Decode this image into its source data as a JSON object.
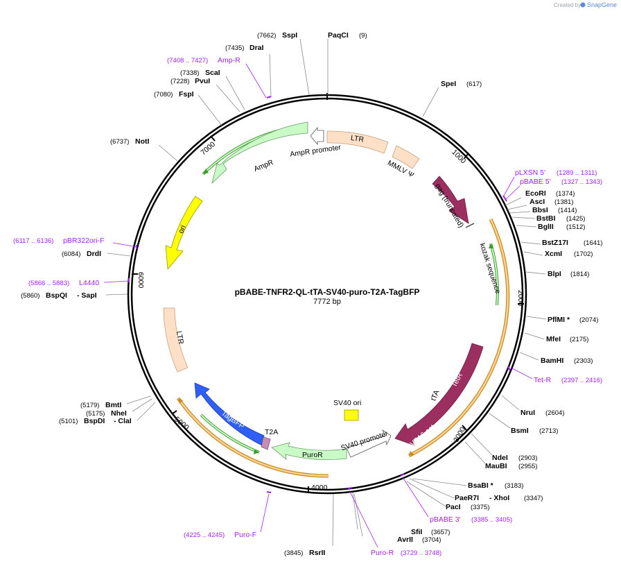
{
  "credit": {
    "text": "Created by",
    "brand": "SnapGene"
  },
  "plasmid": {
    "name": "pBABE-TNFR2-QL-tTA-SV40-puro-T2A-TagBFP",
    "size_label": "7772 bp"
  },
  "ticks": [
    "1000",
    "2000",
    "3000",
    "4000",
    "5000",
    "6000",
    "7000"
  ],
  "enzymes": [
    {
      "name": "SspI",
      "pos": "(7662)"
    },
    {
      "name": "PaqCI",
      "pos": "(9)"
    },
    {
      "name": "DraI",
      "pos": "(7435)"
    },
    {
      "name": "ScaI",
      "pos": "(7338)"
    },
    {
      "name": "PvuI",
      "pos": "(7228)"
    },
    {
      "name": "FspI",
      "pos": "(7080)"
    },
    {
      "name": "NotI",
      "pos": "(6737)"
    },
    {
      "name": "DrdI",
      "pos": "(6084)"
    },
    {
      "name": "BspQI",
      "suffix": "- SapI",
      "pos": "(5860)"
    },
    {
      "name": "BmtI",
      "pos": "(5179)"
    },
    {
      "name": "NheI",
      "pos": "(5175)"
    },
    {
      "name": "BspDI",
      "suffix": "- ClaI",
      "pos": "(5101)"
    },
    {
      "name": "RsrII",
      "pos": "(3845)"
    },
    {
      "name": "SpeI",
      "pos": "(617)"
    },
    {
      "name": "EcoRI",
      "pos": "(1374)"
    },
    {
      "name": "AscI",
      "pos": "(1381)"
    },
    {
      "name": "BbsI",
      "pos": "(1414)"
    },
    {
      "name": "BstBI",
      "pos": "(1425)"
    },
    {
      "name": "BglII",
      "pos": "(1512)"
    },
    {
      "name": "BstZ17I",
      "pos": "(1641)"
    },
    {
      "name": "XcmI",
      "pos": "(1702)"
    },
    {
      "name": "BlpI",
      "pos": "(1814)"
    },
    {
      "name": "PflMI *",
      "pos": "(2074)"
    },
    {
      "name": "MfeI",
      "pos": "(2175)"
    },
    {
      "name": "BamHI",
      "pos": "(2303)"
    },
    {
      "name": "NruI",
      "pos": "(2604)"
    },
    {
      "name": "BsmI",
      "pos": "(2713)"
    },
    {
      "name": "NdeI",
      "pos": "(2903)"
    },
    {
      "name": "MauBI",
      "pos": "(2955)"
    },
    {
      "name": "BsaBI *",
      "pos": "(3183)"
    },
    {
      "name": "PaeR7I",
      "suffix": "- XhoI",
      "pos": "(3347)"
    },
    {
      "name": "PacI",
      "pos": "(3375)"
    },
    {
      "name": "SfiI",
      "pos": "(3657)"
    },
    {
      "name": "AvrII",
      "pos": "(3704)"
    }
  ],
  "primers": [
    {
      "name": "Amp-R",
      "pos": "(7408 .. 7427)"
    },
    {
      "name": "pBR322ori-F",
      "pos": "(6117 .. 6136)"
    },
    {
      "name": "L4440",
      "pos": "(5866 .. 5883)"
    },
    {
      "name": "Puro-F",
      "pos": "(4225 .. 4245)"
    },
    {
      "name": "Puro-R",
      "pos": "(3729 .. 3748)"
    },
    {
      "name": "pLXSN 5'",
      "pos": "(1289 .. 1311)"
    },
    {
      "name": "pBABE 5'",
      "pos": "(1327 .. 1343)"
    },
    {
      "name": "Tet-R",
      "pos": "(2397 .. 2416)"
    },
    {
      "name": "pBABE 3'",
      "pos": "(3385 .. 3405)"
    }
  ],
  "features": {
    "ltr_top": "LTR",
    "mmlv": "MMLV Ψ",
    "gag": "gag (truncated)",
    "kozak": "kozak sequence",
    "ampr_promoter": "AmpR promoter",
    "ampr": "AmpR",
    "ori": "ori",
    "ltr_left": "LTR",
    "tagbfp": "TagBFP",
    "t2a": "T2A",
    "puror": "PuroR",
    "sv40_promoter": "SV40 promoter",
    "sv40_ori": "SV40 ori",
    "tta": "tTA",
    "tetr": "TetR",
    "vp16": "VP16 act...",
    "colors": {
      "ltr": "#fde0c5",
      "gag": "#9c2f60",
      "ampr": "#c9fbc6",
      "ori": "#ffff00",
      "tagbfp": "#2f5ff5",
      "t2a": "#c58fb4",
      "tta": "#9c2f60",
      "sv40_ori": "#ffff00",
      "orf_orange": "#f5a623",
      "orf_green": "#3a9a2a",
      "primer": "#a020f0"
    }
  }
}
